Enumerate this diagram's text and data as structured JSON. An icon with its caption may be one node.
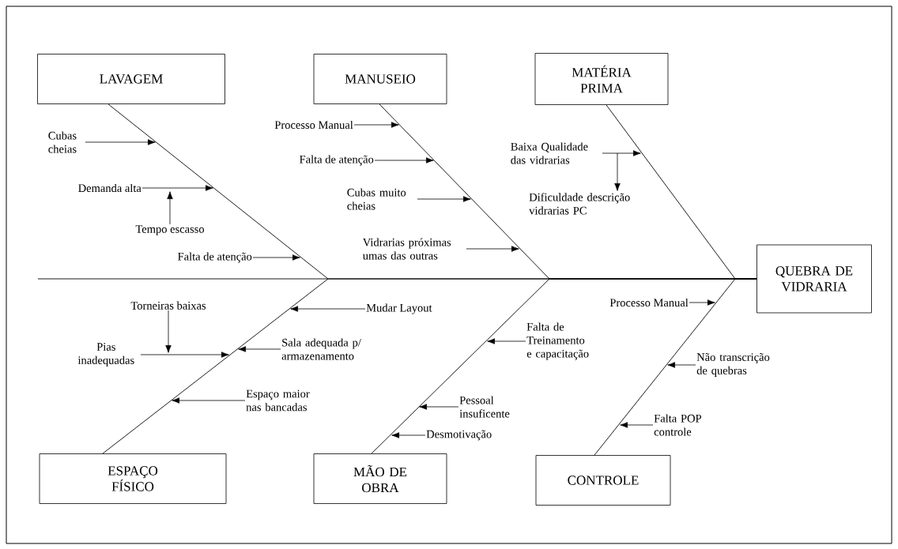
{
  "diagram": {
    "nodes": [
      {
        "text": [
          "LAVAGEM"
        ]
      },
      {
        "text": [
          "MANUSEIO"
        ]
      },
      {
        "text": [
          "MATÉRIA PRIMA"
        ]
      },
      {
        "text": [
          "Cubas cheias"
        ]
      },
      {
        "text": [
          "Demanda alta"
        ]
      },
      {
        "text": [
          "Tempo escasso"
        ]
      },
      {
        "text": [
          "Falta de atenção"
        ]
      },
      {
        "text": [
          "Processo Manual"
        ]
      },
      {
        "text": [
          "Falta de atenção"
        ]
      },
      {
        "text": [
          "Cubas muito cheias"
        ]
      },
      {
        "text": [
          "Vidrarias próximas umas das outras"
        ]
      },
      {
        "text": [
          "Baixa Qualidade das vidrarias"
        ]
      },
      {
        "text": [
          "Dificuldade descrição vidrarias PC"
        ]
      },
      {
        "text": [
          "QUEBRA DE VIDRARIA"
        ]
      },
      {
        "text": [
          "Torneiras baixas"
        ]
      },
      {
        "text": [
          "Pias inadequadas"
        ]
      },
      {
        "text": [
          "Mudar Layout"
        ]
      },
      {
        "text": [
          "Sala adequada p/ armazenamento"
        ]
      },
      {
        "text": [
          "Espaço maior nas bancadas"
        ]
      },
      {
        "text": [
          "Falta de Treinamento e capacitação"
        ]
      },
      {
        "text": [
          "Pessoal insuficente"
        ]
      },
      {
        "text": [
          "Desmotivação"
        ]
      },
      {
        "text": [
          "Processo Manual"
        ]
      },
      {
        "text": [
          "Não transcrição de quebras"
        ]
      },
      {
        "text": [
          "Falta POP controle"
        ]
      },
      {
        "text": [
          "ESPAÇO FÍSICO"
        ]
      },
      {
        "text": [
          "MÃO DE OBRA"
        ]
      },
      {
        "text": [
          "CONTROLE"
        ]
      }
    ],
    "edges": [
      {
        "from": 0,
        "to": 13,
        "arrow": "none"
      },
      {
        "from": 1,
        "to": 13,
        "arrow": "none"
      },
      {
        "from": 2,
        "to": 13,
        "arrow": "none"
      },
      {
        "from": 25,
        "to": 13,
        "arrow": "none"
      },
      {
        "from": 26,
        "to": 13,
        "arrow": "none"
      },
      {
        "from": 27,
        "to": 13,
        "arrow": "none"
      },
      {
        "from": 3,
        "to": null,
        "arrow": "to"
      },
      {
        "from": 4,
        "to": null,
        "arrow": "to"
      },
      {
        "from": 5,
        "to": null,
        "arrow": "to"
      },
      {
        "from": 6,
        "to": null,
        "arrow": "to"
      },
      {
        "from": 7,
        "to": null,
        "arrow": "to"
      },
      {
        "from": 8,
        "to": null,
        "arrow": "to"
      },
      {
        "from": 9,
        "to": null,
        "arrow": "to"
      },
      {
        "from": 10,
        "to": null,
        "arrow": "to"
      },
      {
        "from": 11,
        "to": null,
        "arrow": "to"
      },
      {
        "from": 11,
        "to": 12,
        "arrow": "to"
      },
      {
        "from": 14,
        "to": null,
        "arrow": "to"
      },
      {
        "from": 15,
        "to": null,
        "arrow": "to"
      },
      {
        "from": 16,
        "to": null,
        "arrow": "to"
      },
      {
        "from": 17,
        "to": null,
        "arrow": "to"
      },
      {
        "from": 18,
        "to": null,
        "arrow": "to"
      },
      {
        "from": 19,
        "to": null,
        "arrow": "to"
      },
      {
        "from": 20,
        "to": null,
        "arrow": "to"
      },
      {
        "from": 21,
        "to": null,
        "arrow": "to"
      },
      {
        "from": 22,
        "to": null,
        "arrow": "to"
      },
      {
        "from": 23,
        "to": null,
        "arrow": "to"
      },
      {
        "from": 24,
        "to": null,
        "arrow": "to"
      }
    ]
  }
}
